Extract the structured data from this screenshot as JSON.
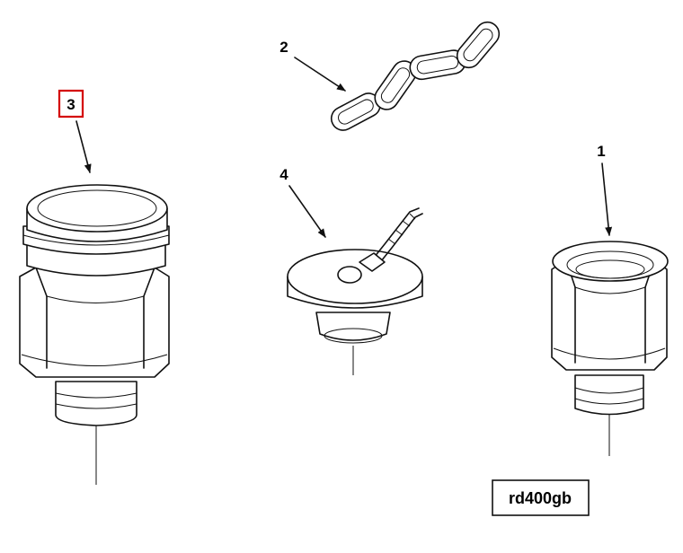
{
  "callouts": {
    "item1": "1",
    "item2": "2",
    "item3": "3",
    "item4": "4"
  },
  "figure_id": "rd400gb",
  "colors": {
    "highlight_box": "#d40000",
    "line": "#111111"
  }
}
